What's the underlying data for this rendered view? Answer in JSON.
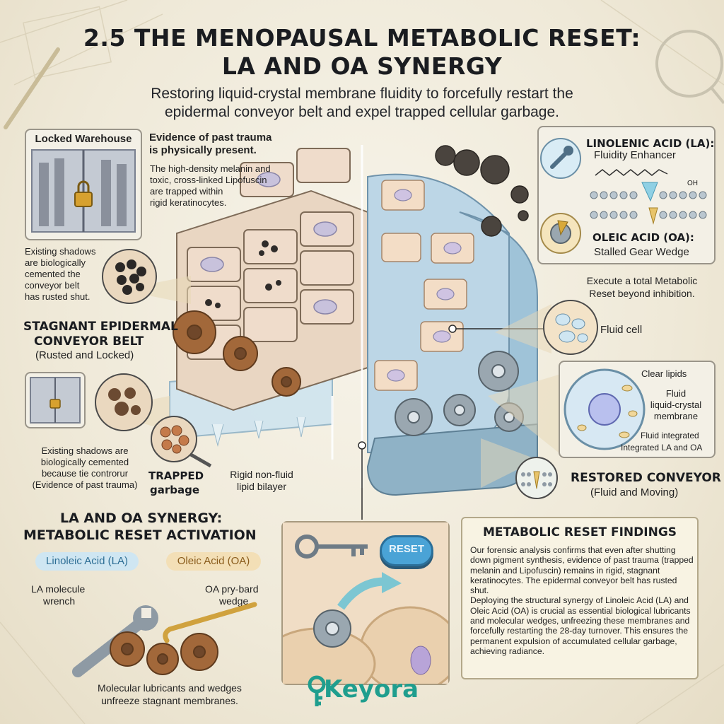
{
  "header": {
    "title_line1": "2.5 THE MENOPAUSAL METABOLIC RESET:",
    "title_line2": "LA AND OA SYNERGY",
    "subtitle_line1": "Restoring liquid-crystal membrane fluidity to forcefully restart the",
    "subtitle_line2": "epidermal conveyor belt and expel trapped cellular garbage."
  },
  "left": {
    "warehouse_label": "Locked Warehouse",
    "evidence_head_1": "Evidence of past trauma",
    "evidence_head_2": "is physically present.",
    "evidence_body_1": "The high-density melanin and",
    "evidence_body_2": "toxic, cross-linked Lipofuscin",
    "evidence_body_3": "are trapped within",
    "evidence_body_4": "rigid keratinocytes.",
    "shadows_1": "Existing shadows",
    "shadows_2": "are biologically",
    "shadows_3": "cemented the",
    "shadows_4": "conveyor belt",
    "shadows_5": "has rusted shut.",
    "stagnant_1": "STAGNANT EPIDERMAL",
    "stagnant_2": "CONVEYOR BELT",
    "stagnant_3": "(Rusted and Locked)",
    "shadows2_1": "Existing shadows are",
    "shadows2_2": "biologically cemented",
    "shadows2_3": "because tie controrur",
    "shadows2_4": "(Evidence of past trauma)",
    "trapped_1": "TRAPPED",
    "trapped_2": "garbage",
    "rigid_1": "Rigid non-fluid",
    "rigid_2": "lipid bilayer"
  },
  "synergy": {
    "title_1": "LA AND OA SYNERGY:",
    "title_2": "METABOLIC RESET ACTIVATION",
    "la_pill": "Linoleic Acid (LA)",
    "oa_pill": "Oleic Acid (OA)",
    "la_tool_1": "LA molecule",
    "la_tool_2": "wrench",
    "oa_tool_1": "OA pry-bard",
    "oa_tool_2": "wedge",
    "caption_1": "Molecular lubricants and wedges",
    "caption_2": "unfreeze stagnant membranes."
  },
  "center": {
    "reset_button": "RESET"
  },
  "right": {
    "la_title": "LINOLENIC ACID (LA):",
    "la_sub": "Fluidity Enhancer",
    "oh_label": "OH",
    "oa_title": "OLEIC ACID (OA):",
    "oa_sub": "Stalled Gear Wedge",
    "execute_1": "Execute a total Metabolic",
    "execute_2": "Reset beyond inhibition.",
    "fluid_cell": "Fluid cell",
    "clear_lipids": "Clear lipids",
    "fluid_membrane_1": "Fluid",
    "fluid_membrane_2": "liquid-crystal",
    "fluid_membrane_3": "membrane",
    "fluid_integrated": "Fluid integrated",
    "integrated_la_oa": "Integrated LA and OA",
    "restored_1": "RESTORED CONVEYOR",
    "restored_2": "(Fluid and Moving)"
  },
  "findings": {
    "title": "METABOLIC RESET FINDINGS",
    "para1": "Our forensic analysis confirms that even after shutting down pigment synthesis, evidence of past trauma (trapped melanin and Lipofuscin) remains in rigid, stagnant keratinocytes. The epidermal conveyor belt has rusted shut.",
    "para2": "Deploying the structural synergy of Linoleic Acid (LA) and Oleic Acid (OA) is crucial as essential biological lubricants and molecular wedges, unfreezing these membranes and forcefully restarting the 28-day turnover. This ensures the permanent expulsion of accumulated cellular garbage, achieving radiance."
  },
  "brand": {
    "name": "Keyora"
  },
  "colors": {
    "la_pill_bg": "#cfe6f2",
    "la_pill_text": "#2d6e95",
    "oa_pill_bg": "#f3dfb6",
    "oa_pill_text": "#8a5c1c",
    "brand_teal": "#1f9e8e",
    "rust": "#a2683a",
    "belt_blue": "#9fc3d8"
  }
}
